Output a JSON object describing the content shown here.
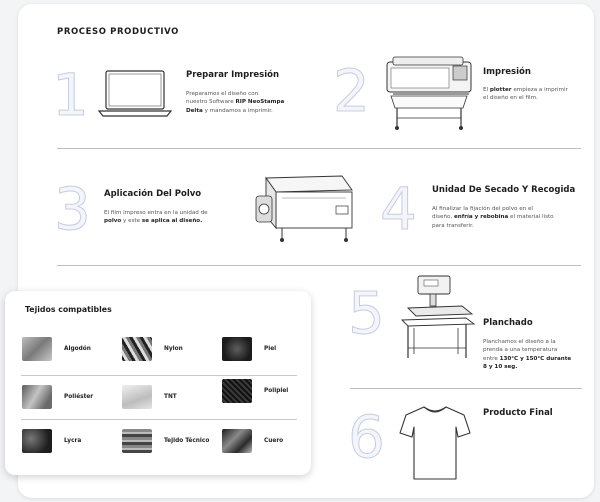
{
  "title": "PROCESO PRODUCTIVO",
  "steps": [
    {
      "number": "1",
      "title": "Preparar Impresión",
      "desc": [
        "Preparamos el diseño con",
        "nuestro Software ",
        "RIP NeoStampa",
        "Delta",
        " y mandamos a imprimir."
      ]
    },
    {
      "number": "2",
      "title": "Impresión",
      "desc": [
        "El ",
        "plotter",
        " empieza a imprimir",
        "el diseño en el film."
      ]
    },
    {
      "number": "3",
      "title": "Aplicación Del Polvo",
      "desc": [
        "El film impreso entra en la unidad de",
        "polvo",
        " y este ",
        "se aplica al diseño."
      ]
    },
    {
      "number": "4",
      "title": "Unidad De Secado Y Recogida",
      "desc": [
        "Al finalizar la fijación del polvo en el",
        "diseño, ",
        "enfría y rebobina",
        " el material listo",
        "para transferir."
      ]
    },
    {
      "number": "5",
      "title": "Planchado",
      "desc": [
        "Planchamos el diseño a la",
        "prenda a una temperatura",
        "entre ",
        "130°C y 150°C durante",
        "8 y 10 seg."
      ]
    },
    {
      "number": "6",
      "title": "Producto Final",
      "desc": []
    }
  ],
  "fabrics": {
    "title": "Tejidos compatibles",
    "items": [
      {
        "label": "Algodón",
        "color": "#9a9a9a"
      },
      {
        "label": "Nylon",
        "color": "#6d6d6d"
      },
      {
        "label": "Piel",
        "color": "#2a2a2a"
      },
      {
        "label": "Poliéster",
        "color": "#7c7c7c"
      },
      {
        "label": "TNT",
        "color": "#d9d9d9"
      },
      {
        "label": "Polipiel",
        "color": "#1a1a1a"
      },
      {
        "label": "Lycra",
        "color": "#3a3a3a"
      },
      {
        "label": "Tejido Técnico",
        "color": "#8a8a8a"
      },
      {
        "label": "Cuero",
        "color": "#4a4a4a"
      }
    ]
  }
}
